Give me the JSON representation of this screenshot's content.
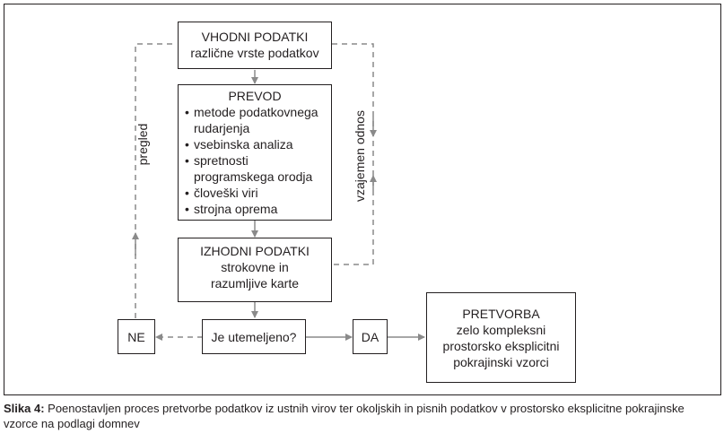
{
  "boxes": {
    "vhodni": {
      "title": "VHODNI PODATKI",
      "subtitle": "različne vrste podatkov"
    },
    "prevod": {
      "title": "PREVOD",
      "items": [
        "metode podatkovnega rudarjenja",
        "vsebinska analiza",
        "spretnosti programskega orodja",
        "človeški viri",
        "strojna oprema"
      ]
    },
    "izhodni": {
      "title": "IZHODNI PODATKI",
      "subtitle": "strokovne in razumljive karte"
    },
    "utemeljeno": {
      "label": "Je utemeljeno?"
    },
    "ne": {
      "label": "NE"
    },
    "da": {
      "label": "DA"
    },
    "pretvorba": {
      "title": "PRETVORBA",
      "subtitle": "zelo kompleksni prostorsko eksplicitni pokrajinski vzorci"
    }
  },
  "labels": {
    "pregled": "pregled",
    "vzajemen_odnos": "vzajemen odnos"
  },
  "caption": {
    "label": "Slika 4:",
    "text": " Poenostavljen proces pretvorbe podatkov iz ustnih virov ter okoljskih in pisnih podatkov v prostorsko eksplicitne pokrajinske vzorce na podlagi domnev"
  }
}
